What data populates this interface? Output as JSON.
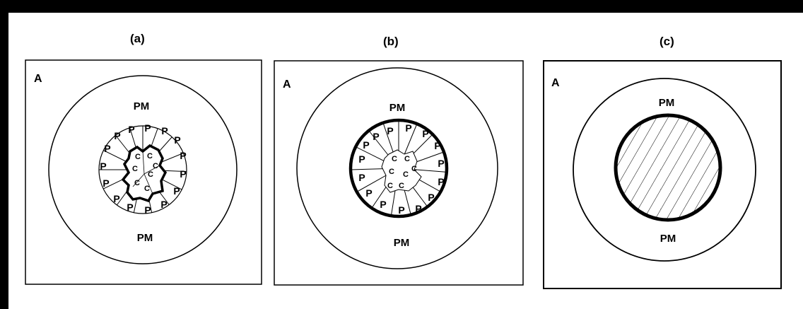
{
  "panels": [
    {
      "caption": "(a)",
      "corner_label": "A",
      "top_label": "PM",
      "bottom_label": "PM",
      "variant": "partial"
    },
    {
      "caption": "(b)",
      "corner_label": "A",
      "top_label": "PM",
      "bottom_label": "PM",
      "variant": "full-boundary"
    },
    {
      "caption": "(c)",
      "corner_label": "A",
      "top_label": "PM",
      "bottom_label": "PM",
      "variant": "hatched"
    }
  ],
  "particle_labels": {
    "peripheral": "P",
    "central": "C"
  },
  "colors": {
    "border": "#000000",
    "background": "#ffffff",
    "ink": "#000000"
  }
}
